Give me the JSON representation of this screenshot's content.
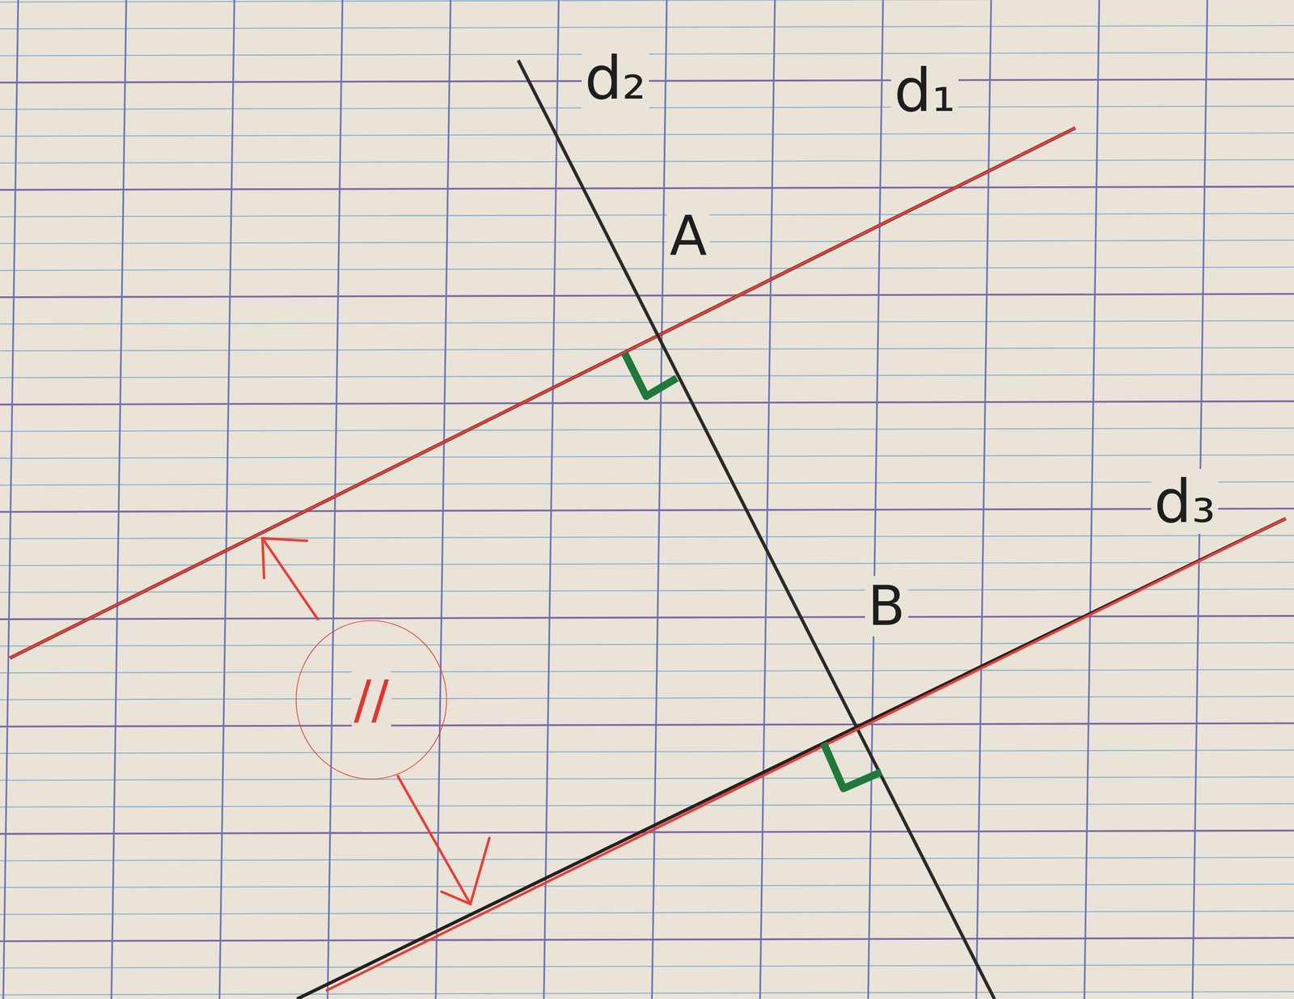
{
  "diagram": {
    "nodes": [
      {
        "text": [
          "//"
        ]
      }
    ],
    "labels": [
      "d₂",
      "d₁",
      "d₃",
      "A",
      "B"
    ]
  }
}
